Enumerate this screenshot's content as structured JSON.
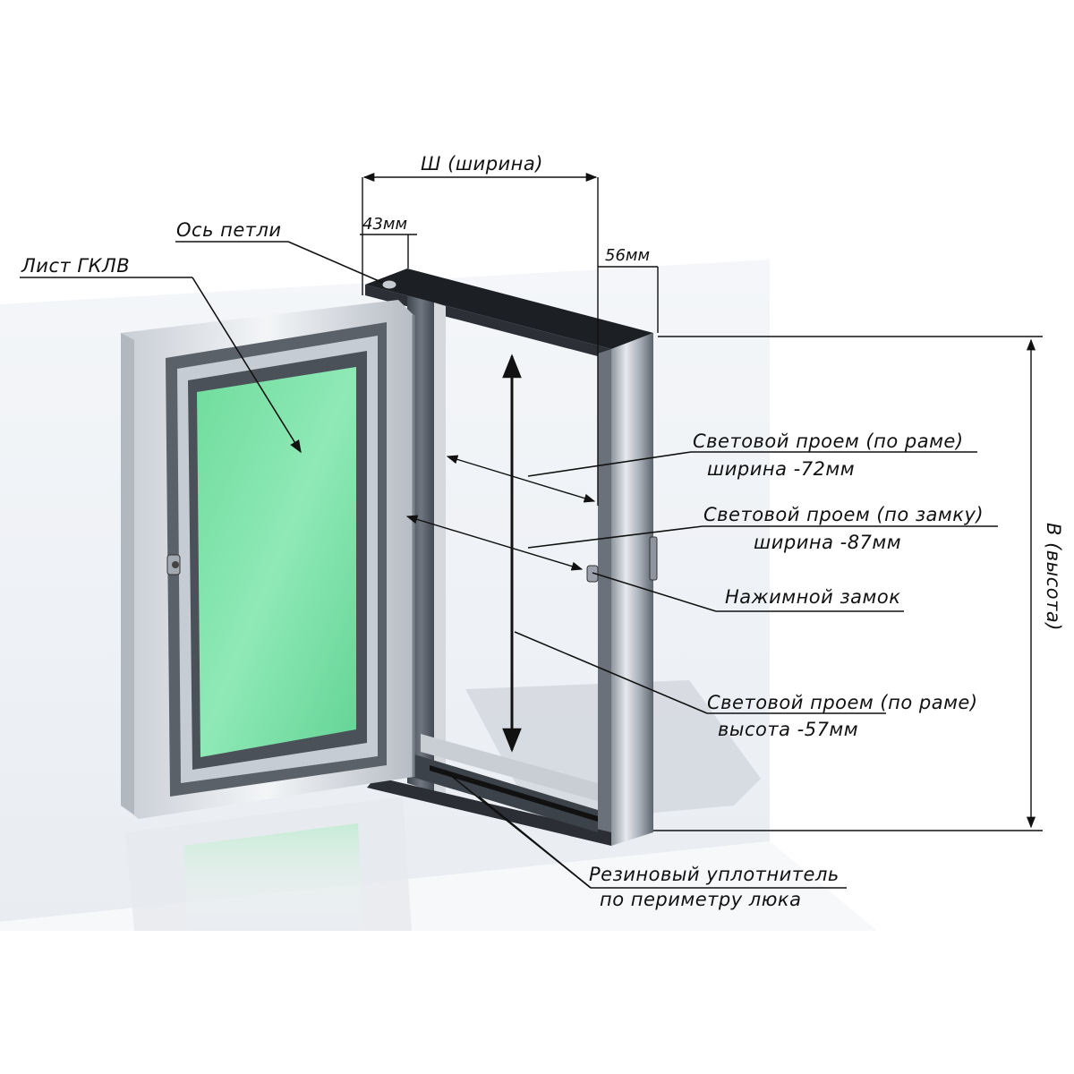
{
  "labels": {
    "width_dim": "Ш (ширина)",
    "dim_43": "43мм",
    "dim_56": "56мм",
    "hinge_axis": "Ось петли",
    "gklv_sheet": "Лист ГКЛВ",
    "light_frame_width_title": "Световой проем (по раме)",
    "light_frame_width_value": "ширина -72мм",
    "light_lock_width_title": "Световой проем (по замку)",
    "light_lock_width_value": "ширина -87мм",
    "push_lock": "Нажимной замок",
    "height_dim": "В (высота)",
    "light_frame_height_title": "Световой проем (по раме)",
    "light_frame_height_value": "высота -57мм",
    "rubber_seal_line1": "Резиновый уплотнитель",
    "rubber_seal_line2": "по периметру люка"
  },
  "colors": {
    "panel_green": "#7ee3a6",
    "frame_light": "#dfe3e8",
    "frame_dark": "#555b63",
    "frame_black": "#1c1f23",
    "line": "#111111",
    "backdrop": "#eef1f5"
  }
}
